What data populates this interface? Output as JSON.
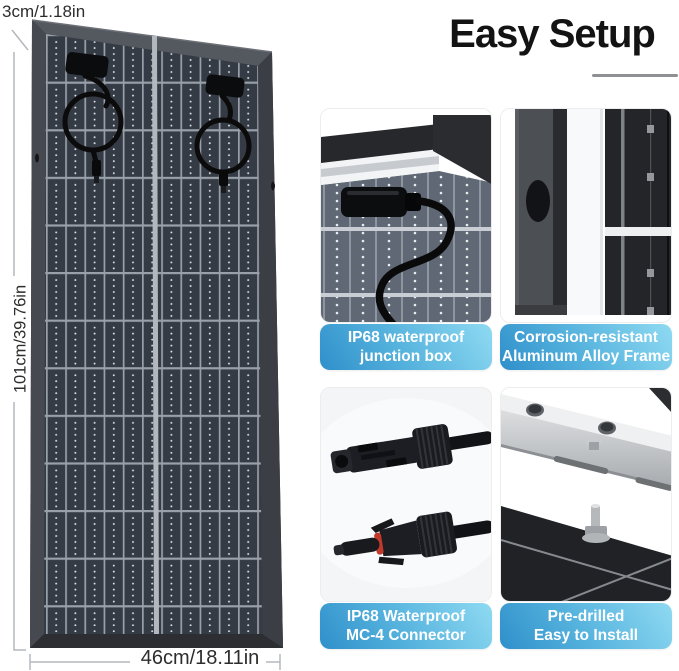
{
  "title": {
    "text": "Easy Setup"
  },
  "panel_diagram": {
    "description": "rear view of rigid solar panel with two junction boxes and looped cables",
    "dimensions": {
      "thickness": "3cm/1.18in",
      "height": "101cm/39.76in",
      "width": "46cm/18.11in"
    }
  },
  "features": [
    {
      "name": "junction-box",
      "caption_line1": "IP68 waterproof",
      "caption_line2": "junction box"
    },
    {
      "name": "aluminum-frame",
      "caption_line1": "Corrosion-resistant",
      "caption_line2": "Aluminum Alloy Frame"
    },
    {
      "name": "mc4-connector",
      "caption_line1": "IP68 Waterproof",
      "caption_line2": "MC-4 Connector"
    },
    {
      "name": "pre-drilled",
      "caption_line1": "Pre-drilled",
      "caption_line2": "Easy to Install"
    }
  ],
  "colors": {
    "caption_gradient_start": "#2f8fca",
    "caption_gradient_mid": "#55b2dd",
    "caption_gradient_end": "#8fdaf2",
    "caption_text": "#ffffff",
    "title_text": "#131313",
    "dimension_text": "#2d2d2d",
    "dimension_line": "#b4b8bd",
    "panel_frame": "#33363b",
    "panel_cells": "#353b44"
  }
}
